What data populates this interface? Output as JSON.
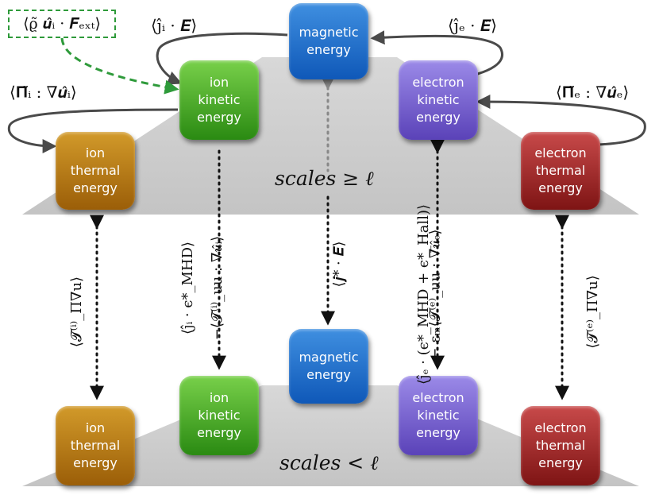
{
  "boxes": {
    "large_magnetic": "magnetic\nenergy",
    "large_ion_kinetic": "ion\nkinetic\nenergy",
    "large_electron_kinetic": "electron\nkinetic\nenergy",
    "large_ion_thermal": "ion\nthermal\nenergy",
    "large_electron_thermal": "electron\nthermal\nenergy",
    "small_magnetic": "magnetic\nenergy",
    "small_ion_kinetic": "ion\nkinetic\nenergy",
    "small_electron_kinetic": "electron\nkinetic\nenergy",
    "small_ion_thermal": "ion\nthermal\nenergy",
    "small_electron_thermal": "electron\nthermal\nenergy"
  },
  "scales": {
    "large": "scales ≥ ℓ",
    "small": "scales < ℓ"
  },
  "labels": {
    "external_force": "⟨ϱ̃ 𝒖̂ᵢ · 𝑭ₑₓₜ⟩",
    "ji_E": "⟨ĵᵢ · 𝑬̂⟩",
    "je_E": "⟨ĵₑ · 𝑬̂⟩",
    "pi_ion": "⟨𝚷̃ᵢ : ∇𝒖̂ᵢ⟩",
    "pi_electron": "⟨𝚷̃ₑ : ∇𝒖̂ₑ⟩",
    "transfer_ion_thermal": "⟨𝓣⁽ⁱ⁾_Π∇u⟩",
    "transfer_ion_kinetic_1": "⟨ĵᵢ · ϵ*_MHD⟩",
    "transfer_ion_kinetic_2": "−⟨𝓣⁽ⁱ⁾_uu : ∇𝒖̂ᵢ⟩",
    "transfer_magnetic": "⟨𝒋* · 𝑬̂⟩",
    "transfer_electron_kinetic_1": "⟨ĵₑ · (ϵ*_MHD + ϵ*_Hall)⟩",
    "transfer_electron_kinetic_2": "− εₘ⟨𝓣⁽ᵉ⁾_uu : ∇𝒖̂ₑ⟩",
    "transfer_electron_thermal": "⟨𝓣⁽ᵉ⁾_Π∇u⟩"
  },
  "colors": {
    "magnetic": "#1f6fd0",
    "ion_kinetic": "#3aa81e",
    "electron_kinetic": "#6e58cc",
    "ion_thermal": "#b87a12",
    "electron_thermal": "#a02424",
    "external_force_arrow": "#2e9a3a",
    "coupling_arrow": "#4a4a4a",
    "transfer_arrow": "#111111",
    "magnetic_transfer_arrow": "#888888",
    "scale_band": "#cfcfcf"
  }
}
